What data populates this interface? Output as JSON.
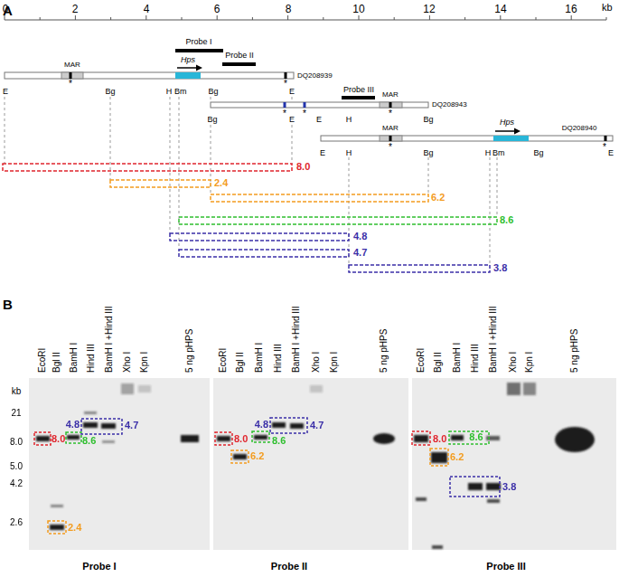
{
  "diagram": {
    "labels": [
      "A",
      "kb",
      "0",
      "2",
      "4",
      "6",
      "8",
      "10",
      "12",
      "14",
      "16",
      "Probe I",
      "Probe II",
      "MAR",
      "Hps",
      "DQ208939",
      "*",
      "*",
      "E",
      "Bg",
      "H",
      "Bm",
      "Bg",
      "E",
      "Probe III",
      "MAR",
      "DQ208943",
      "*",
      "*",
      "*",
      "Bg",
      "E",
      "E",
      "H",
      "Bg",
      "MAR",
      "Hps",
      "DQ208940",
      "*",
      "*",
      "E",
      "H",
      "Bg",
      "H",
      "Bm",
      "Bg",
      "E",
      "8.0",
      "2.4",
      "6.2",
      "8.6",
      "4.8",
      "4.7",
      "3.8",
      "B",
      "kb",
      "21",
      "8.0",
      "5.0",
      "4.2",
      "2.6",
      "EcoRI",
      "Bgl II",
      "BamH I",
      "Hind III",
      "BamH I +Hind III",
      "Xho I",
      "Kpn I",
      "5 ng pHPS",
      "EcoRI",
      "Bgl II",
      "BamH I",
      "Hind III",
      "BamH I +Hind III",
      "Xho I",
      "Kpn I",
      "5 ng pHPS",
      "EcoRI",
      "Bgl II",
      "BamH I",
      "Hind III",
      "BamH I +Hind III",
      "Xho I",
      "Kpn I",
      "5 ng pHPS",
      "8.0",
      "8.6",
      "4.8",
      "4.7",
      "2.4",
      "8.0",
      "6.2",
      "8.6",
      "4.8",
      "4.7",
      "8.0",
      "6.2",
      "8.6",
      "3.8",
      "Probe I",
      "Probe II",
      "Probe III"
    ]
  }
}
